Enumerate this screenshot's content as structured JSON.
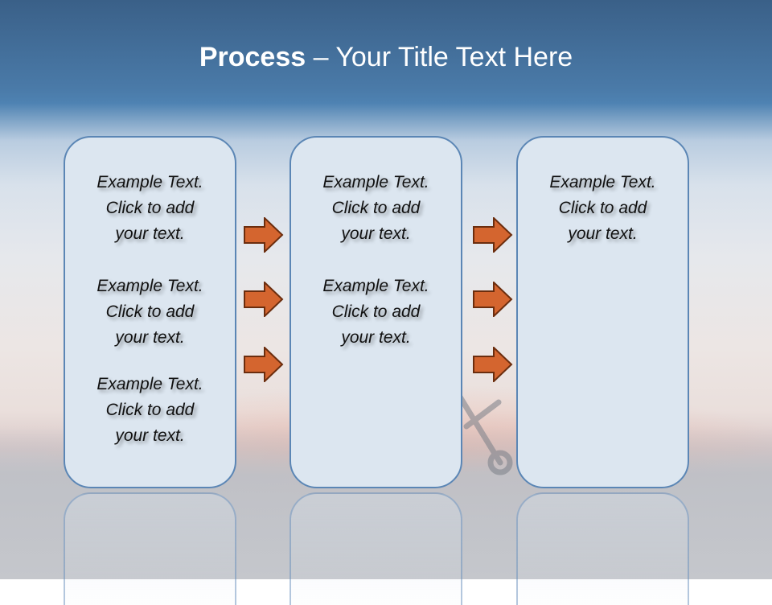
{
  "title": {
    "bold": "Process",
    "rest": " – Your Title Text Here"
  },
  "columns": [
    {
      "items": [
        [
          "Example Text.",
          "Click  to add",
          "your text."
        ],
        [
          "Example Text.",
          "Click  to add",
          "your text."
        ],
        [
          "Example Text.",
          "Click  to add",
          "your text."
        ]
      ]
    },
    {
      "items": [
        [
          "Example Text.",
          "Click  to add",
          "your text."
        ],
        [
          "Example Text.",
          "Click  to add",
          "your text."
        ]
      ]
    },
    {
      "items": [
        [
          "Example Text.",
          "Click  to add",
          "your text."
        ]
      ]
    }
  ],
  "colors": {
    "arrow_fill": "#d4652f",
    "arrow_stroke": "#6b2d0e",
    "box_fill": "#dce6f0",
    "box_border": "#5b86b5",
    "header": "#4a7aa8"
  }
}
